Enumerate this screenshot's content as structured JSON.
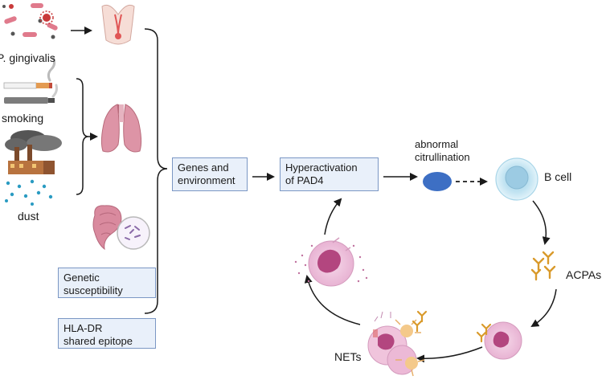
{
  "labels": {
    "p_gingivalis": "P. gingivalis",
    "smoking": "smoking",
    "dust": "dust",
    "abnormal_citrullination": [
      "abnormal",
      "citrullination"
    ],
    "b_cell": "B cell",
    "acpas": "ACPAs",
    "nets": "NETs"
  },
  "boxes": {
    "genetic_susceptibility": [
      "Genetic",
      "susceptibility"
    ],
    "hla_dr": [
      "HLA-DR",
      "shared epitope"
    ],
    "genes_environment": [
      "Genes and",
      "environment"
    ],
    "pad4": [
      "Hyperactivation",
      "of PAD4"
    ]
  },
  "icons": [
    "bacteria-icon",
    "virus-icon",
    "tooth-icon",
    "cigarette-icon",
    "e-cigarette-icon",
    "factory-icon",
    "dust-particles-icon",
    "lungs-icon",
    "gut-microbiome-icon",
    "citrullinated-protein-icon",
    "b-cell-icon",
    "antibody-icon",
    "neutrophil-icon"
  ],
  "colors": {
    "box_fill": "#e9f0fa",
    "box_border": "#7b97c4",
    "citrulline_blue": "#3d6fc4",
    "b_cell_fill": "#cfe8f3",
    "neutrophil_pink": "#efc6df",
    "antibody_orange": "#d99a2b",
    "lung_pink": "#d98b9c"
  }
}
